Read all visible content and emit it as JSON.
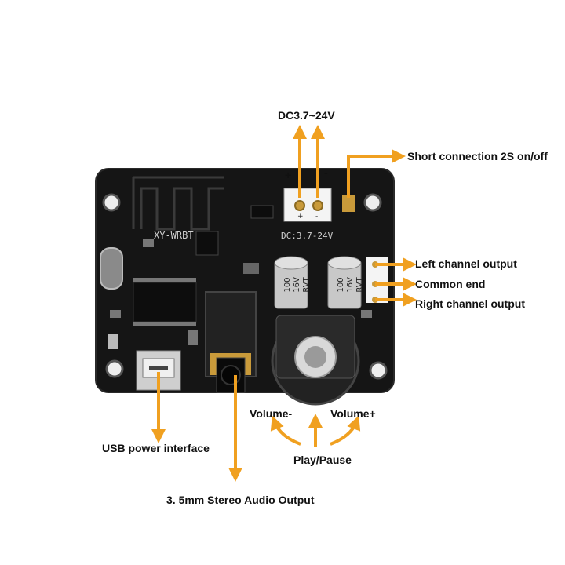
{
  "labels": {
    "power": "DC3.7~24V",
    "plus": "+",
    "minus": "-",
    "short_connection": "Short connection 2S on/off",
    "left_channel": "Left channel output",
    "common_end": "Common end",
    "right_channel": "Right channel output",
    "volume_minus": "Volume-",
    "volume_plus": "Volume+",
    "play_pause": "Play/Pause",
    "usb_power": "USB power interface",
    "stereo_output": "3. 5mm Stereo Audio Output"
  },
  "board": {
    "model_silk": "XY-WRBT",
    "voltage_silk": "DC:3.7-24V",
    "cap_top": "100",
    "cap_mid": "16V",
    "cap_bot": "RVT",
    "terminal_plus": "+",
    "terminal_minus": "-"
  },
  "colors": {
    "arrow": "#f0a020",
    "pcb": "#151515",
    "text": "#111111"
  },
  "icons": [
    "usb-port-icon",
    "audio-jack-icon",
    "rotary-encoder-icon",
    "capacitor-icon",
    "bluetooth-antenna-icon"
  ]
}
